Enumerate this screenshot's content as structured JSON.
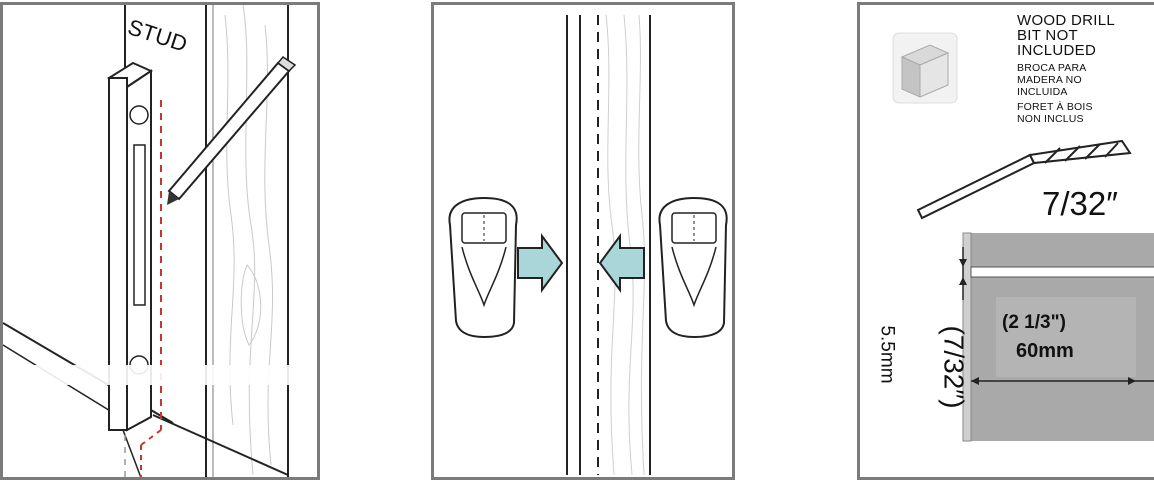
{
  "panel1": {
    "stud_label": "STUD"
  },
  "panel3": {
    "notice_en": [
      "WOOD DRILL",
      "BIT NOT",
      "INCLUDED"
    ],
    "notice_es": [
      "BROCA PARA",
      "MADERA NO",
      "INCLUIDA"
    ],
    "notice_fr": [
      "FORET À BOIS",
      "NON INCLUS"
    ],
    "bit_size": "7/32″",
    "hole_diameter_fraction": "(7/32″)",
    "hole_diameter_metric": "5.5mm",
    "depth_imperial": "(2 1/3\")",
    "depth_metric": "60mm"
  },
  "colors": {
    "border": "#7b7b7b",
    "arrow_fill": "#a9d6d8",
    "depth_block": "#a9a9a9",
    "dash_red": "#c0392b"
  }
}
